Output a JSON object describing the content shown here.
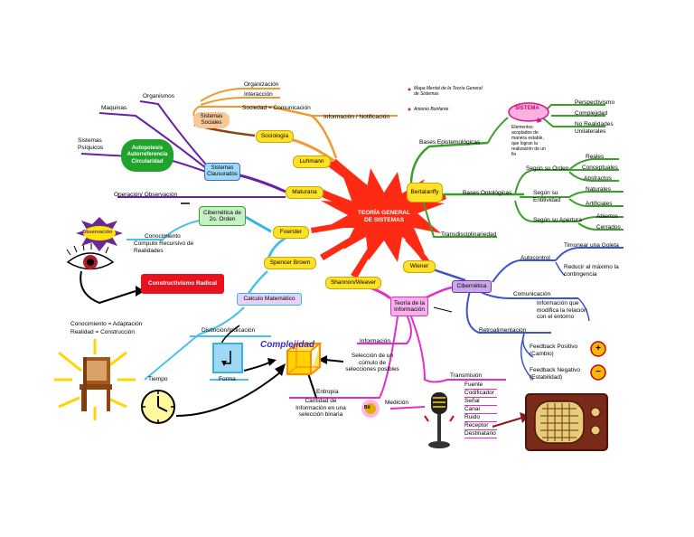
{
  "center": "TEORÍA GENERAL DE SISTEMAS",
  "legend": {
    "item1": "Mapa Mental de la Teoría General de Sistemas",
    "item2": "Antonio Bonfante"
  },
  "nodes": {
    "luhmann": "Luhmann",
    "maturana": "Maturana",
    "foerster": "Foerster",
    "spencer_brown": "Spencer Brown",
    "shannon_weaver": "Shannon/Weaver",
    "bertalanffy": "Bertalanffy",
    "wiener": "Wiener",
    "sociologia": "Sociología",
    "sistemas_sociales": "Sistemas Sociales",
    "sistemas_clausurados": "Sistemas Clausurados",
    "cibernetica_2do_orden": "Cibernética de 2o. Orden",
    "constructivismo_radical": "Constructivismo Radical",
    "calculo_matematico": "Calculo Matemático",
    "teoria_informacion": "Teoría de la Información",
    "cibernetica": "Cibernética",
    "sistema": "SISTEMA",
    "autopoiesis": "Autopoiesis Autorreferencia Circularidad",
    "observacion": "Observación",
    "complejidad": "Complejidad"
  },
  "labels": {
    "organizacion": "Organización",
    "interaccion": "Interacción",
    "sociedad_comunicacion": "Sociedad = Comunicación",
    "informacion_notificacion": "Información / Notificación",
    "organismos": "Organismos",
    "maquinas": "Maquinas",
    "sistemas_psiquicos": "Sistemas Psíquicos",
    "operacion_observacion": "Operación/ Observación",
    "conocimiento": "Conocimiento",
    "computo": "Computo Recursivo de Realidades",
    "conocimiento_adaptacion": "Conocimiento = Adaptación",
    "realidad_construccion": "Realidad = Construcción",
    "distincion_indicacion": "Distinción/Indicación",
    "tiempo": "Tiempo",
    "forma": "Forma",
    "informacion": "Información",
    "seleccion": "Selección de un cúmulo de selecciones posibles",
    "entropia": "Entropía",
    "cantidad": "Cantidad de Información en una selección binaria",
    "medicion": "Medición",
    "transmision": "Transmisión",
    "fuente": "Fuente",
    "codificador": "Codificador",
    "senal": "Señal",
    "canal": "Canal",
    "ruido": "Ruido",
    "receptor": "Receptor",
    "destinatario": "Destinatario",
    "bases_epistemologicas": "Bases Epistemológicas",
    "elementos": "Elementos acoplados de manera estable, que logran la realización de un fin",
    "perspectivismo": "Perspectivismo",
    "complejidad_lbl": "Complejidad",
    "no_realidades": "No Realidades Unilaterales",
    "bases_ontologicas": "Bases Ontológicas",
    "segun_orden": "Según su Orden",
    "reales": "Reales",
    "conceptuales": "Conceptuales",
    "abstractos": "Abstractos",
    "segun_entitividad": "Según su Entitividad",
    "naturales": "Naturales",
    "artificiales": "Artificiales",
    "segun_apertura": "Según su Apertura",
    "abiertos": "Abiertos",
    "cerrados": "Cerrados",
    "transdisciplinariedad": "Transdisciplinariedad",
    "autocontrol": "Autocontrol",
    "timonear": "Timonear una Goleta",
    "reducir": "Reducir al máximo la contingencia",
    "comunicacion": "Comunicación",
    "info_modifica": "Información que modifica la relación con el entorno",
    "retroalimentacion": "Retroalimentación",
    "feedback_positivo": "Feedback Positivo (Cambio)",
    "feedback_negativo": "Feedback Negativo (Estabilidad)",
    "plus": "+",
    "minus": "−",
    "bits": "Bit"
  }
}
